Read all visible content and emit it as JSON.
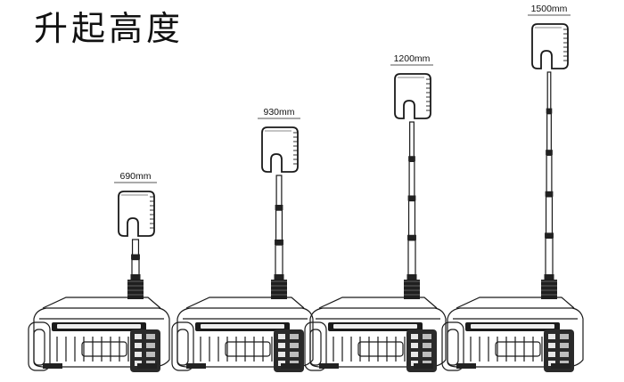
{
  "title": "升起高度",
  "units": [
    {
      "height_label": "690mm",
      "height_mm": 690
    },
    {
      "height_label": "930mm",
      "height_mm": 930
    },
    {
      "height_label": "1200mm",
      "height_mm": 1200
    },
    {
      "height_label": "1500mm",
      "height_mm": 1500
    }
  ],
  "colors": {
    "line": "#1a1a1a",
    "background": "#ffffff",
    "accent": "#000000"
  }
}
